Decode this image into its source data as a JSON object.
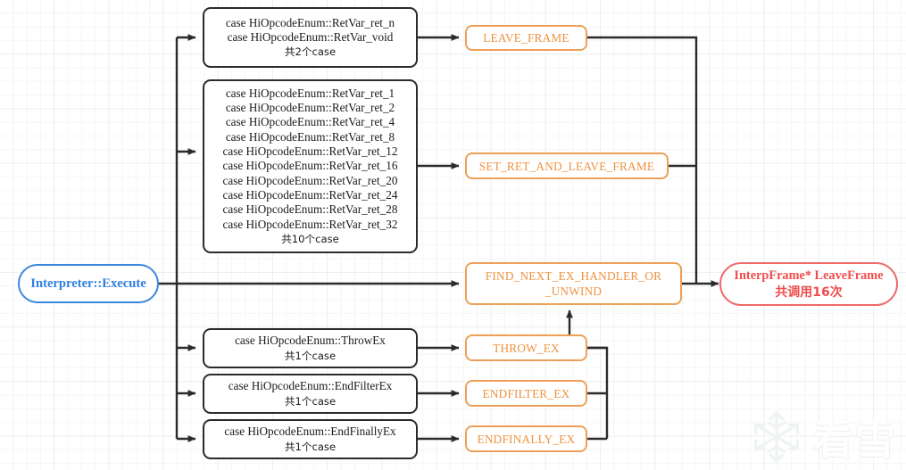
{
  "diagram": {
    "title": "Interpreter::Execute dispatch to LeaveFrame",
    "colors": {
      "entry_blue": "#3c87de",
      "case_black": "#2b2b2b",
      "macro_orange": "#ef9240",
      "result_red": "#ef4d4d",
      "grid": "#eceff1",
      "edge": "#2b2b2b"
    },
    "entry": {
      "label": "Interpreter::Execute"
    },
    "case_groups": [
      {
        "id": "ret-void-group",
        "lines": [
          "case HiOpcodeEnum::RetVar_ret_n",
          "case HiOpcodeEnum::RetVar_void"
        ],
        "count_label": "共2个case"
      },
      {
        "id": "ret-sized-group",
        "lines": [
          "case HiOpcodeEnum::RetVar_ret_1",
          "case HiOpcodeEnum::RetVar_ret_2",
          "case HiOpcodeEnum::RetVar_ret_4",
          "case HiOpcodeEnum::RetVar_ret_8",
          "case HiOpcodeEnum::RetVar_ret_12",
          "case HiOpcodeEnum::RetVar_ret_16",
          "case HiOpcodeEnum::RetVar_ret_20",
          "case HiOpcodeEnum::RetVar_ret_24",
          "case HiOpcodeEnum::RetVar_ret_28",
          "case HiOpcodeEnum::RetVar_ret_32"
        ],
        "count_label": "共10个case"
      },
      {
        "id": "throw-ex-group",
        "lines": [
          "case HiOpcodeEnum::ThrowEx"
        ],
        "count_label": "共1个case"
      },
      {
        "id": "endfilter-ex-group",
        "lines": [
          "case HiOpcodeEnum::EndFilterEx"
        ],
        "count_label": "共1个case"
      },
      {
        "id": "endfinally-ex-group",
        "lines": [
          "case HiOpcodeEnum::EndFinallyEx"
        ],
        "count_label": "共1个case"
      }
    ],
    "macros": [
      {
        "id": "leave-frame",
        "label": "LEAVE_FRAME"
      },
      {
        "id": "set-ret-and-leave-frame",
        "label": "SET_RET_AND_LEAVE_FRAME"
      },
      {
        "id": "find-next-ex-handler-or-unwind",
        "line1": "FIND_NEXT_EX_HANDLER_OR",
        "line2": "_UNWIND"
      },
      {
        "id": "throw-ex",
        "label": "THROW_EX"
      },
      {
        "id": "endfilter-ex",
        "label": "ENDFILTER_EX"
      },
      {
        "id": "endfinally-ex",
        "label": "ENDFINALLY_EX"
      }
    ],
    "result": {
      "line1": "InterpFrame* LeaveFrame",
      "line2": "共调用16次"
    },
    "watermark": {
      "text": "看雪",
      "mark": "snowflake-icon"
    }
  }
}
